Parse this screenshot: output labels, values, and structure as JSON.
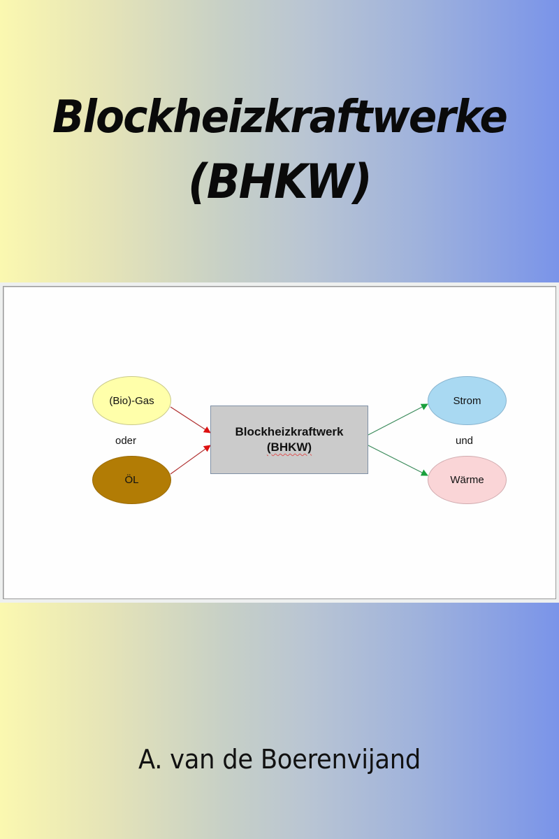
{
  "cover": {
    "title_line1": "Blockheizkraftwerke",
    "title_line2": "(BHKW)",
    "author": "A. van de Boerenvijand",
    "gradient": {
      "left": "#fbf8b0",
      "middle": "#c0cccc",
      "right": "#7a94e9"
    }
  },
  "diagram": {
    "inputs": [
      {
        "label": "(Bio)-Gas",
        "color": "#ffffaa"
      },
      {
        "label": "ÖL",
        "color": "#b27c05"
      }
    ],
    "inputs_connector": "oder",
    "center": {
      "line1": "Blockheizkraftwerk",
      "line2": "(BHKW)",
      "color": "#cbcbcb"
    },
    "outputs": [
      {
        "label": "Strom",
        "color": "#a9d9f2"
      },
      {
        "label": "Wärme",
        "color": "#fad5d7"
      }
    ],
    "outputs_connector": "und",
    "input_arrow_color": "#cc1111",
    "output_arrow_color": "#1a9a3a"
  }
}
